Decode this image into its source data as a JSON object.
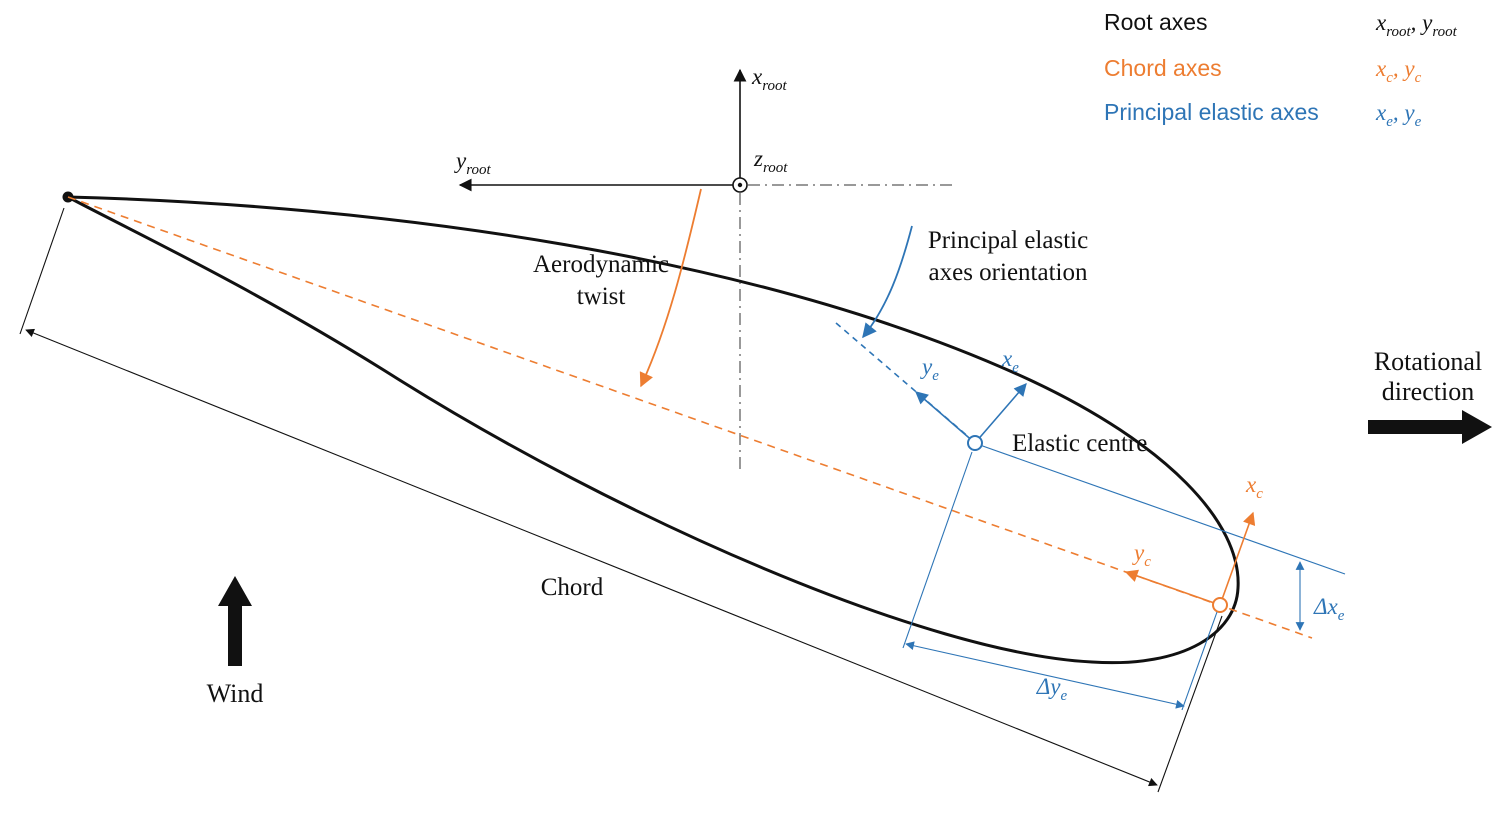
{
  "colors": {
    "orange": "#ED7D31",
    "blue": "#2E75B6",
    "ink": "#111111"
  },
  "legend": {
    "rows": [
      {
        "label": "Root axes",
        "v1": "x",
        "s1": "root",
        "sep": ", ",
        "v2": "y",
        "s2": "root"
      },
      {
        "label": "Chord axes",
        "v1": "x",
        "s1": "c",
        "sep": ", ",
        "v2": "y",
        "s2": "c"
      },
      {
        "label": "Principal elastic axes",
        "v1": "x",
        "s1": "e",
        "sep": ", ",
        "v2": "y",
        "s2": "e"
      }
    ]
  },
  "axes": {
    "root": {
      "x": {
        "v": "x",
        "s": "root"
      },
      "y": {
        "v": "y",
        "s": "root"
      },
      "z": {
        "v": "z",
        "s": "root"
      }
    },
    "chord": {
      "x": {
        "v": "x",
        "s": "c"
      },
      "y": {
        "v": "y",
        "s": "c"
      }
    },
    "elastic": {
      "x": {
        "v": "x",
        "s": "e"
      },
      "y": {
        "v": "y",
        "s": "e"
      }
    }
  },
  "dimensions": {
    "dx": {
      "v": "Δx",
      "s": "e"
    },
    "dy": {
      "v": "Δy",
      "s": "e"
    }
  },
  "annotations": {
    "aero_twist": {
      "line1": "Aerodynamic",
      "line2": "twist"
    },
    "principal_orientation": {
      "line1": "Principal elastic",
      "line2": "axes orientation"
    },
    "elastic_centre": "Elastic centre",
    "chord": "Chord",
    "wind": "Wind",
    "rotational": {
      "line1": "Rotational",
      "line2": "direction"
    }
  }
}
